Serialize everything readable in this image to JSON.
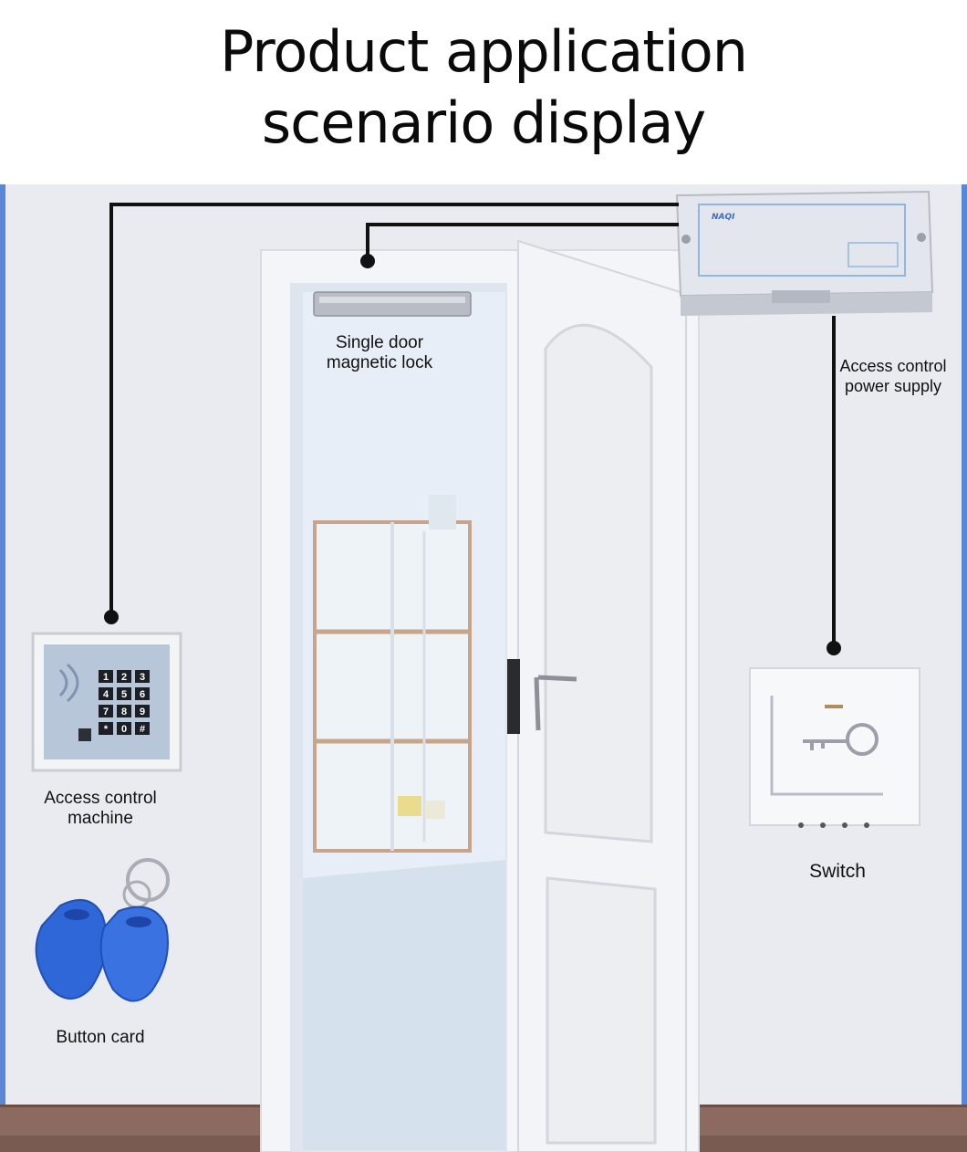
{
  "title": {
    "line1": "Product application",
    "line2": "scenario display"
  },
  "labels": {
    "lock_line1": "Single door",
    "lock_line2": "magnetic lock",
    "power_line1": "Access control",
    "power_line2": "power supply",
    "machine_line1": "Access control",
    "machine_line2": "machine",
    "switch": "Switch",
    "card": "Button card"
  },
  "keypad": {
    "keys": [
      "1",
      "2",
      "3",
      "4",
      "5",
      "6",
      "7",
      "8",
      "9",
      "*",
      "0",
      "#"
    ]
  },
  "colors": {
    "wire": "#111111",
    "card_blue": "#2f66d8",
    "wall": "#e9ebf0",
    "door": "#f2f3f6",
    "baseboard": "#8c6a5f"
  }
}
